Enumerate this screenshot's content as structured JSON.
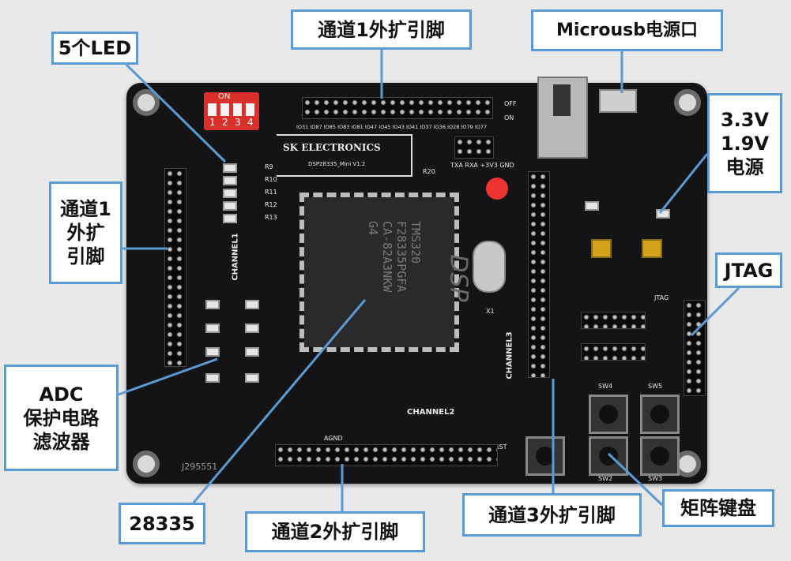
{
  "labels": {
    "led": "5个LED",
    "channel1_top": "通道1外扩引脚",
    "microusb": "Microusb电源口",
    "power": [
      "3.3V",
      "1.9V",
      "电源"
    ],
    "jtag": "JTAG",
    "channel1_left": [
      "通道1",
      "外扩",
      "引脚"
    ],
    "adc": [
      "ADC",
      "保护电路",
      "滤波器"
    ],
    "chip": "28335",
    "channel2": "通道2外扩引脚",
    "channel3": "通道3外扩引脚",
    "keypad": "矩阵键盘"
  },
  "board": {
    "brand": "SK ELECTRONICS",
    "model": "DSP28335_Mini V1.2",
    "chip_marking": "TMS320\nF28335PGFA\nCA-82A3NKW\nG4",
    "chip_logo": "DSP",
    "silk": {
      "channel1": "CHANNEL1",
      "channel2": "CHANNEL2",
      "channel3": "CHANNEL3",
      "jtag": "JTAG",
      "serial": "TXA  RXA +3V3  GND",
      "dip_on": "ON",
      "dip_numbers": [
        "1",
        "2",
        "3",
        "4"
      ],
      "off": "OFF",
      "on": "ON",
      "rst": "RST",
      "sw": [
        "SW4",
        "SW5",
        "SW2",
        "SW3"
      ],
      "x1": "X1",
      "serial_no": "J295551",
      "agnd": "AGND",
      "leds": [
        "R9",
        "R10",
        "R11",
        "R12",
        "R13"
      ],
      "r20": "R20",
      "top_pins": "IO31 IO87 IO85 IO83 IO81 IO47 IO45 IO43 IO41 IO37 IO36 IO28 IO79 IO77"
    }
  },
  "colors": {
    "accent": "#5b9bd5",
    "board": "#141416",
    "dip": "#d9302c"
  }
}
